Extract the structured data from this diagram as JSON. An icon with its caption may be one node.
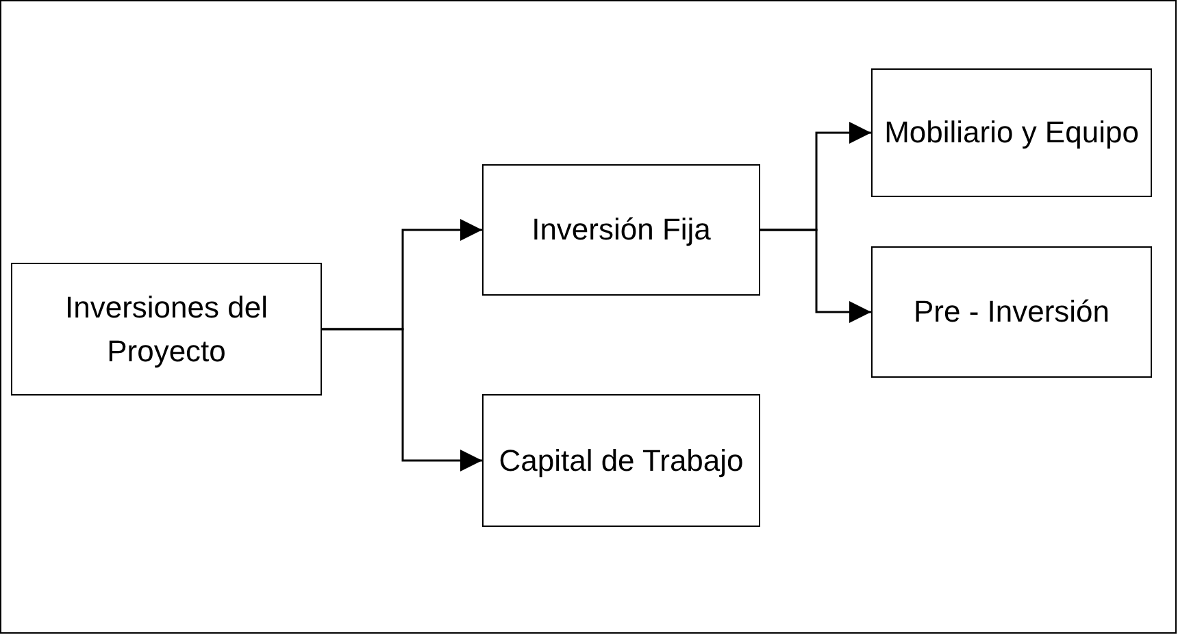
{
  "diagram": {
    "nodes": [
      {
        "text": [
          "Inversiones del Proyecto"
        ]
      },
      {
        "text": [
          "Inversión Fija"
        ]
      },
      {
        "text": [
          "Capital de Trabajo"
        ]
      },
      {
        "text": [
          "Mobiliario y Equipo"
        ]
      },
      {
        "text": [
          "Pre - Inversión"
        ]
      }
    ],
    "edges": [
      {
        "from": 0,
        "to": 1,
        "arrow": "to"
      },
      {
        "from": 0,
        "to": 2,
        "arrow": "to"
      },
      {
        "from": 1,
        "to": 3,
        "arrow": "to"
      },
      {
        "from": 1,
        "to": 4,
        "arrow": "to"
      }
    ]
  }
}
